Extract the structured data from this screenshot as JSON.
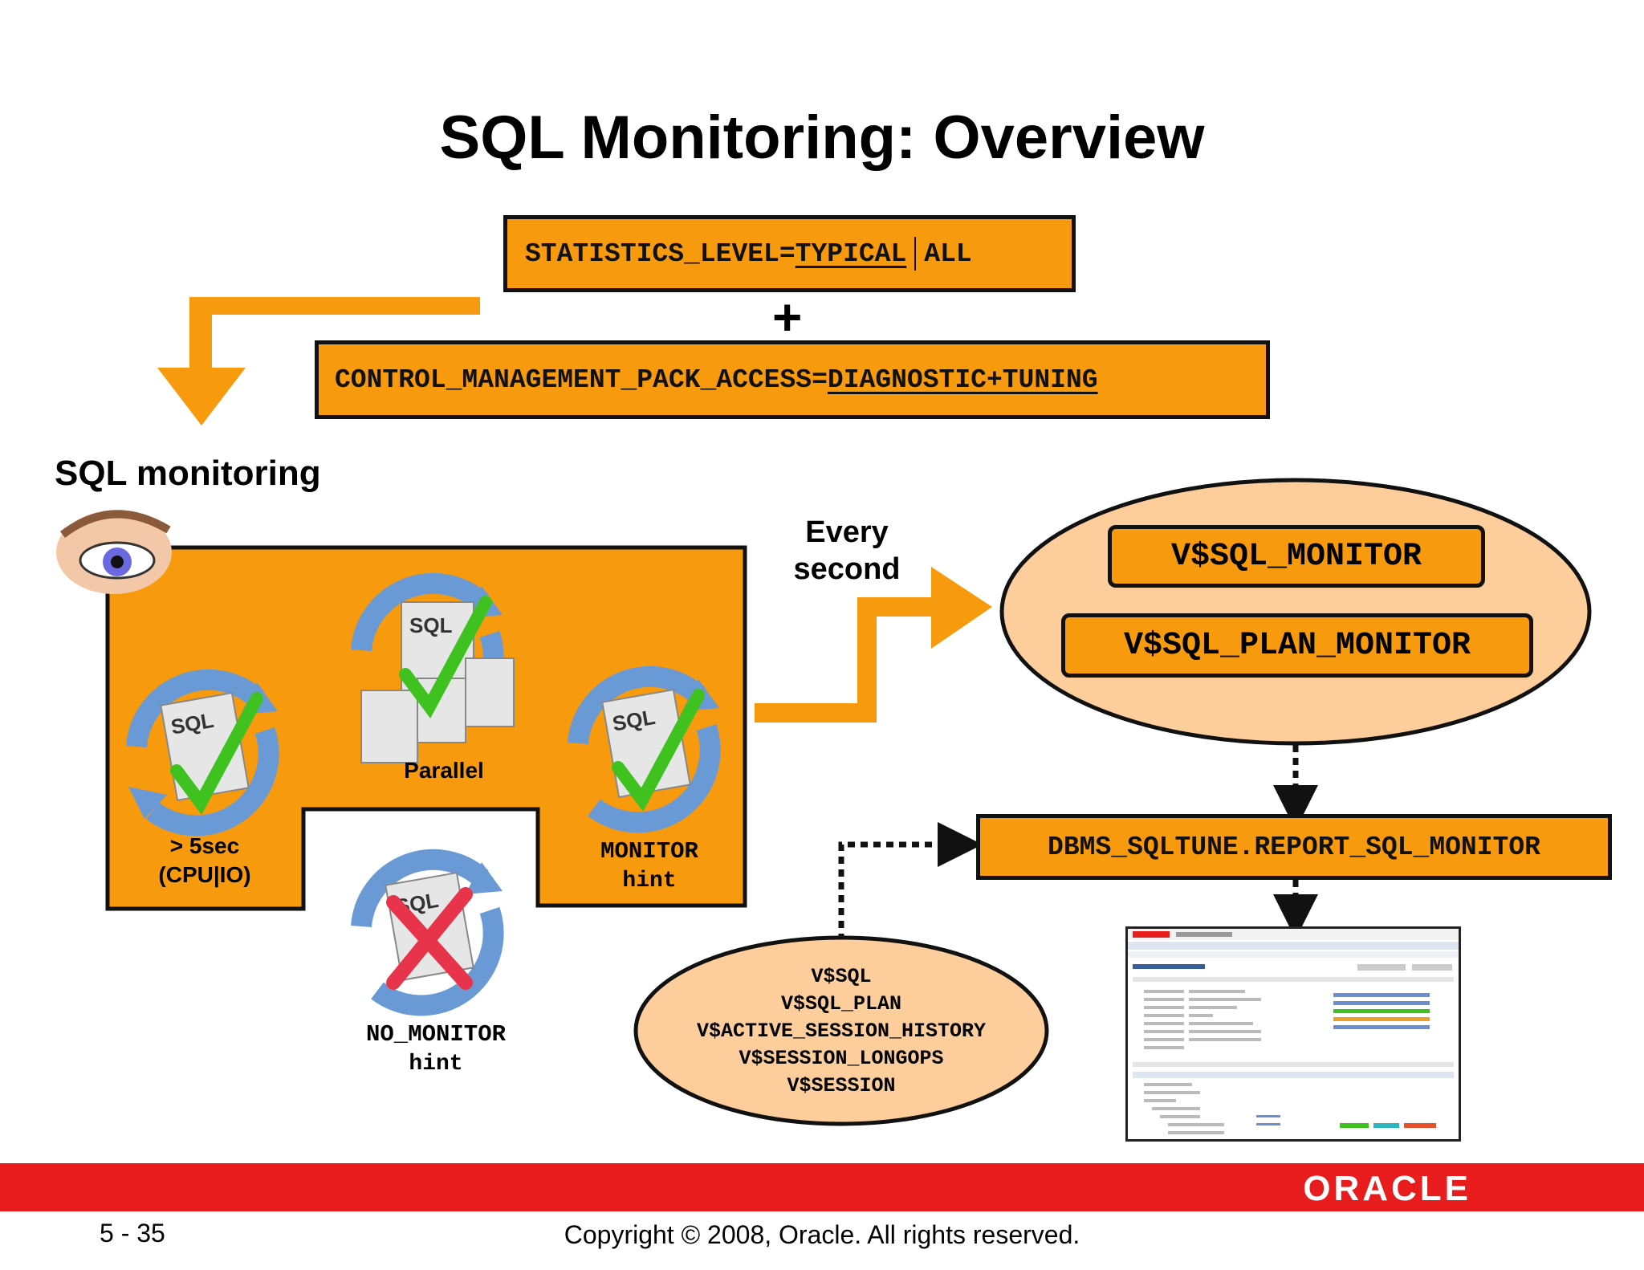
{
  "title": "SQL Monitoring: Overview",
  "statistics_level": {
    "prefix": "STATISTICS_LEVEL=",
    "typical": "TYPICAL",
    "all": "ALL"
  },
  "plus": "+",
  "control_pack": {
    "prefix": "CONTROL_MANAGEMENT_PACK_ACCESS=",
    "value": "DIAGNOSTIC+TUNING"
  },
  "sql_monitoring_label": "SQL monitoring",
  "triggers": {
    "cpu_io": [
      "> 5sec",
      "(CPU|IO)"
    ],
    "parallel": "Parallel",
    "monitor_hint": [
      "MONITOR",
      "hint"
    ],
    "no_monitor_hint": [
      "NO_MONITOR",
      "hint"
    ]
  },
  "icon_text": "SQL",
  "every_second": [
    "Every",
    "second"
  ],
  "monitor_views": [
    "V$SQL_MONITOR",
    "V$SQL_PLAN_MONITOR"
  ],
  "report_function": "DBMS_SQLTUNE.REPORT_SQL_MONITOR",
  "source_views": [
    "V$SQL",
    "V$SQL_PLAN",
    "V$ACTIVE_SESSION_HISTORY",
    "V$SESSION_LONGOPS",
    "V$SESSION"
  ],
  "footer": {
    "page": "5 - 35",
    "copyright": "Copyright © 2008, Oracle. All rights reserved.",
    "logo": "ORACLE"
  },
  "colors": {
    "orange": "#f89a0e",
    "light_orange": "#fdcd9c",
    "red": "#e81c1c",
    "blue": "#6a9ad6",
    "check_green": "#3fc21f"
  }
}
